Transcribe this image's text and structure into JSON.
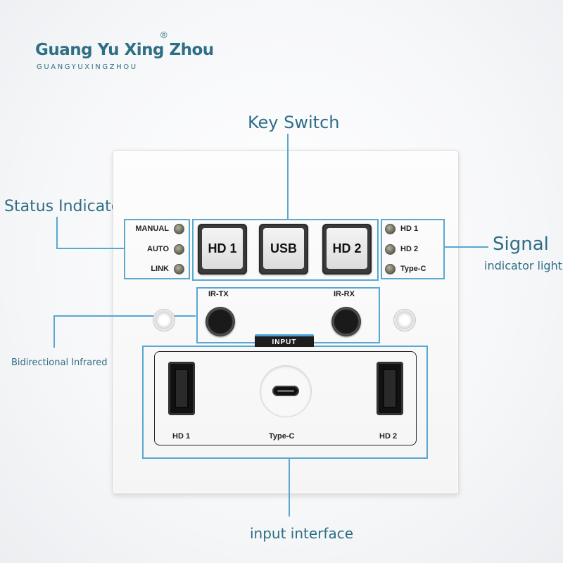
{
  "brand": {
    "name": "Guang Yu Xing Zhou",
    "sub": "GUANGYUXINGZHOU",
    "reg": "®"
  },
  "callouts": {
    "key_switch": "Key Switch",
    "status_indicator": "Status Indicator",
    "signal": "Signal",
    "signal_sub": "indicator light",
    "infrared": "Bidirectional Infrared",
    "input": "input interface"
  },
  "status_leds": [
    "MANUAL",
    "AUTO",
    "LINK"
  ],
  "keys": [
    "HD 1",
    "USB",
    "HD 2"
  ],
  "signal_leds": [
    "HD 1",
    "HD 2",
    "Type-C"
  ],
  "ir": {
    "tx": "IR-TX",
    "rx": "IR-RX"
  },
  "input_tag": "INPUT",
  "ports": {
    "left": "HD 1",
    "center": "Type-C",
    "right": "HD 2"
  },
  "colors": {
    "accent": "#5aa7cf",
    "callout_text": "#2e6d85"
  }
}
